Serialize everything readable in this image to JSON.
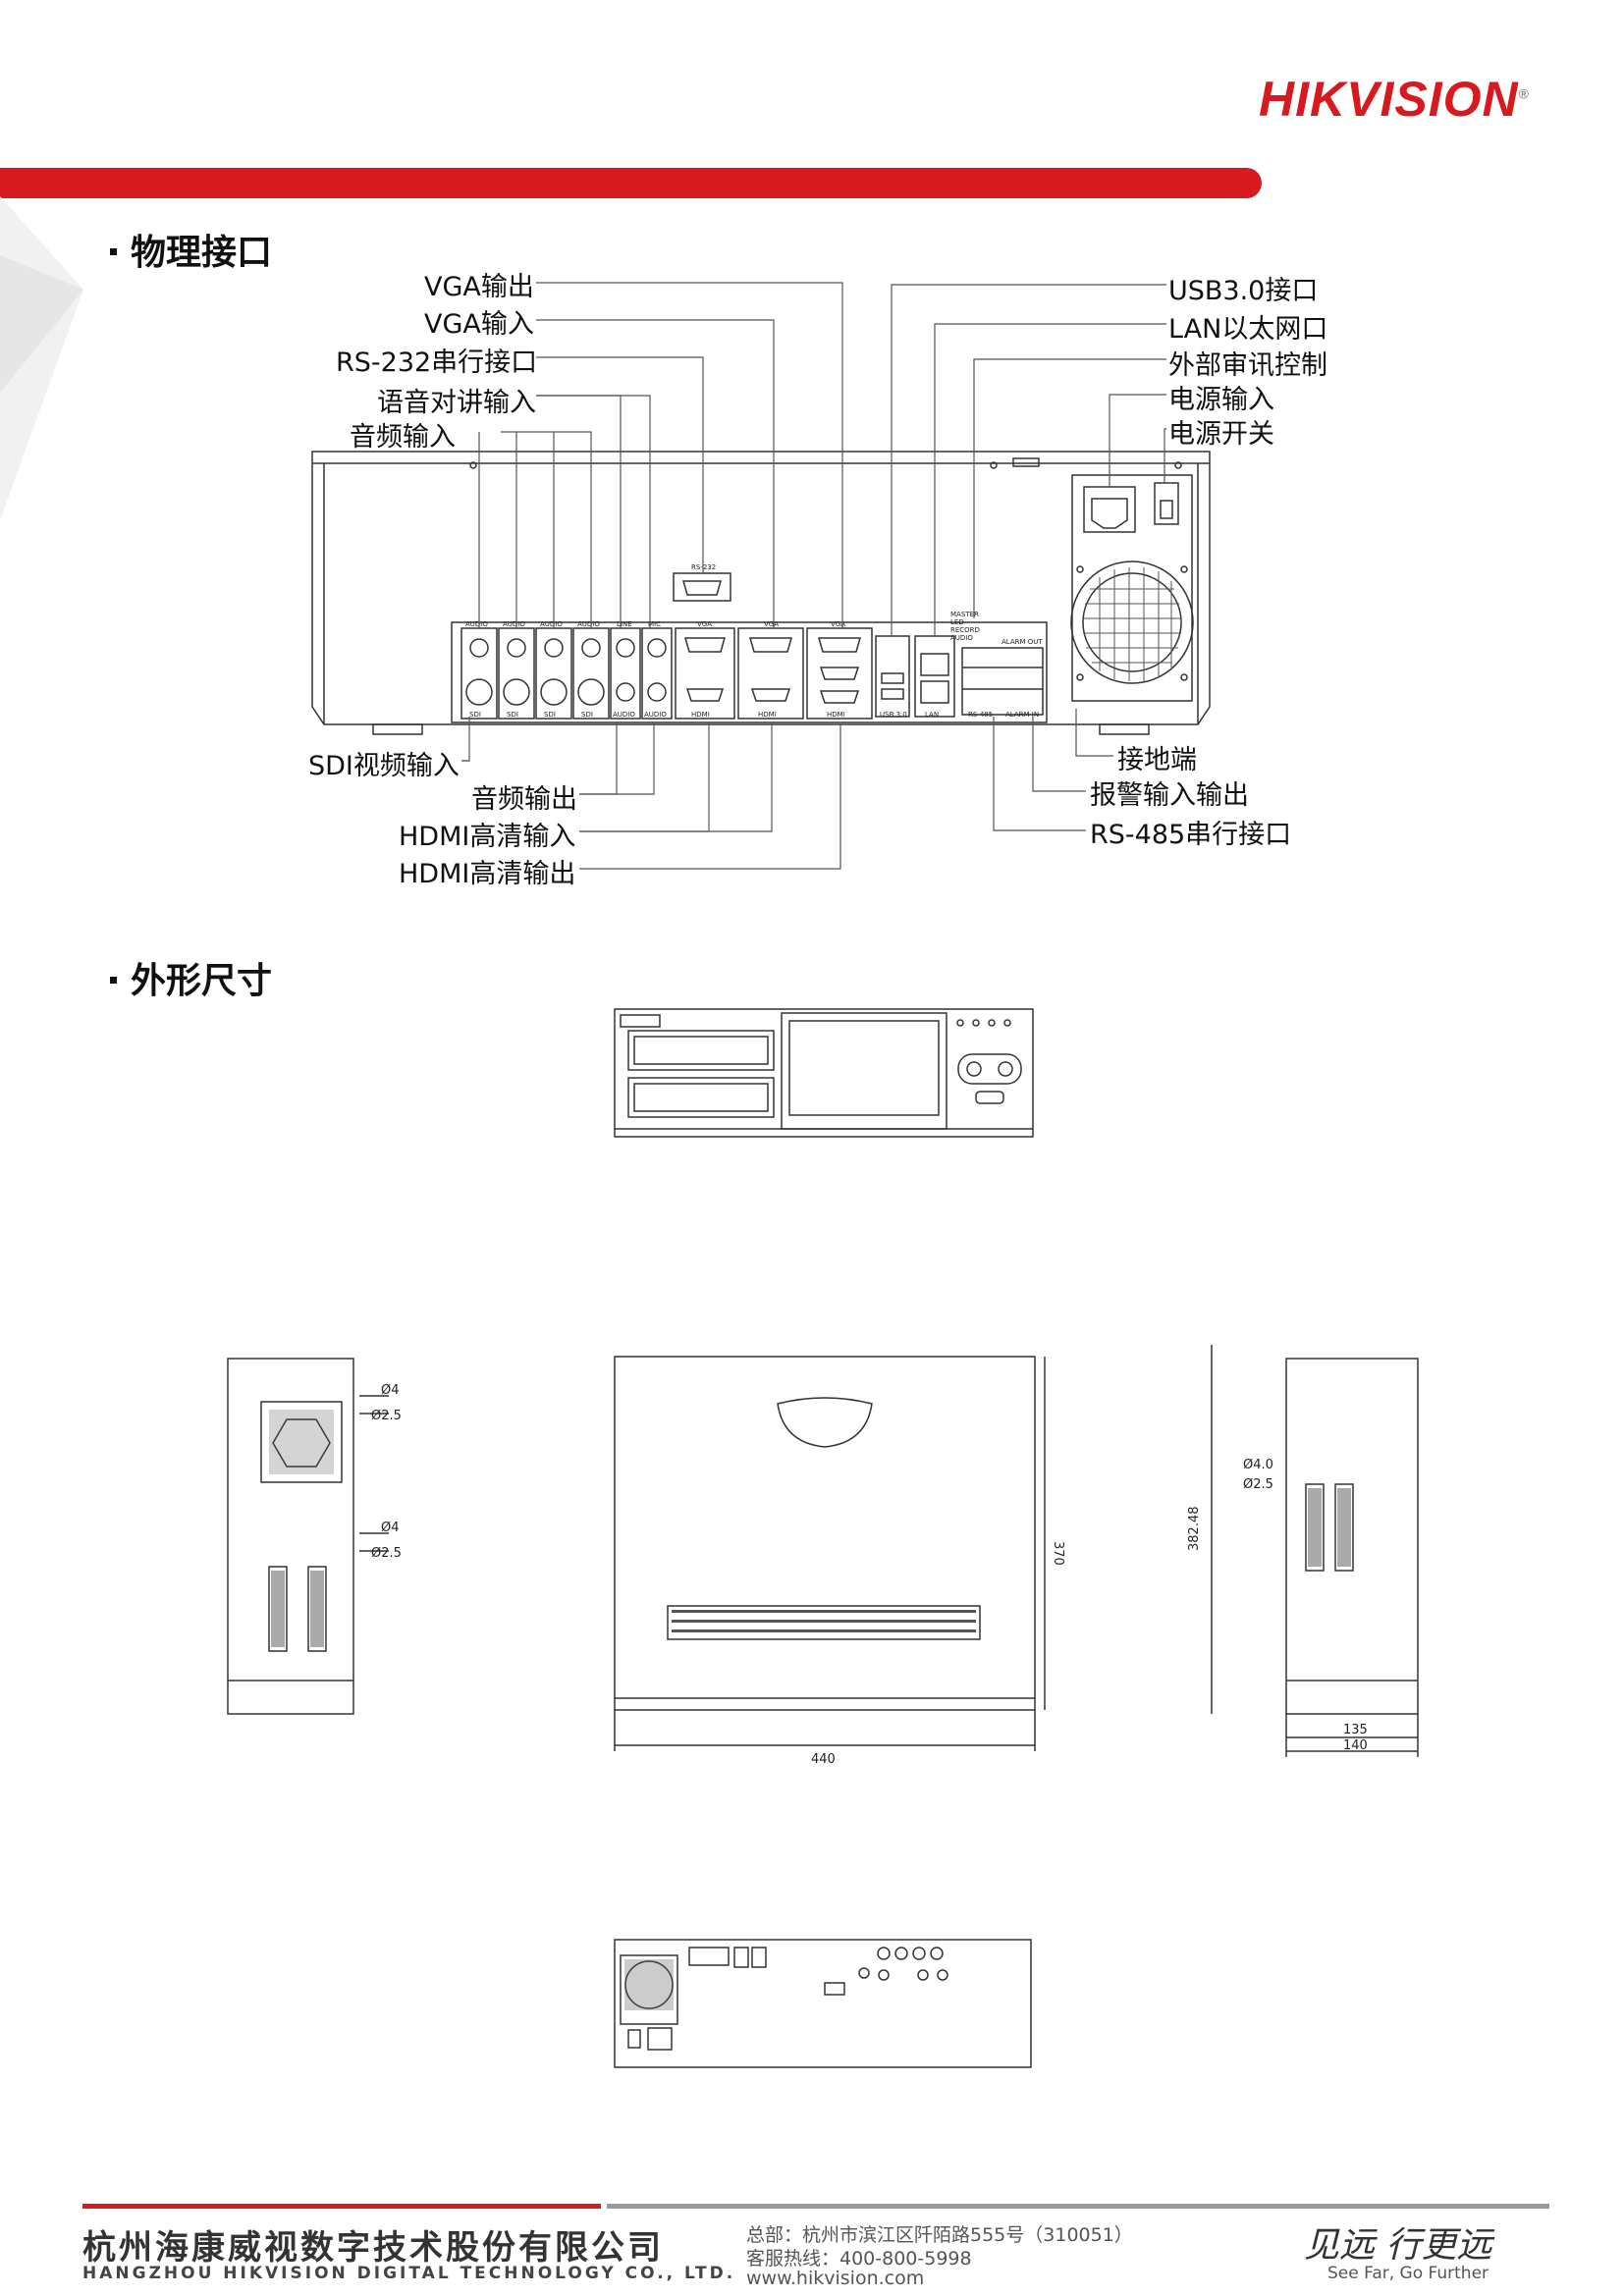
{
  "header": {
    "logo_text": "HIKVISION",
    "brand_color": "#d71920"
  },
  "sections": {
    "interfaces_title": "物理接口",
    "dimensions_title": "外形尺寸"
  },
  "labels_left_top": [
    "VGA输出",
    "VGA输入",
    "RS-232串行接口",
    "语音对讲输入",
    "音频输入"
  ],
  "labels_right_top": [
    "USB3.0接口",
    "LAN以太网口",
    "外部审讯控制",
    "电源输入",
    "电源开关"
  ],
  "labels_left_bottom": [
    "SDI视频输入",
    "音频输出",
    "HDMI高清输入",
    "HDMI高清输出"
  ],
  "labels_right_bottom": [
    "接地端",
    "报警输入输出",
    "RS-485串行接口"
  ],
  "panel_labels": {
    "rs232": "RS-232",
    "audio": "AUDIO",
    "mic": "MIC",
    "line": "LINE",
    "vga": "VGA",
    "hdmi": "HDMI",
    "sdi": "SDI",
    "usb": "USB 3.0",
    "lan": "LAN",
    "rs485": "RS-485",
    "alarm_in": "ALARM IN",
    "alarm_out": "ALARM OUT",
    "ctrl": [
      "MASTER",
      "LED",
      "RECORD",
      "AUDIO"
    ]
  },
  "dimensions": {
    "width": "440",
    "depth": "370",
    "side_height": "382.48",
    "height_a": "135",
    "height_b": "140",
    "hole_a": "Ø4",
    "hole_b": "Ø2.5",
    "hole_c": "Ø4",
    "hole_d": "Ø2.5",
    "hole_e": "Ø4.0",
    "hole_f": "Ø2.5"
  },
  "footer": {
    "company_cn": "杭州海康威视数字技术股份有限公司",
    "company_en": "HANGZHOU HIKVISION DIGITAL TECHNOLOGY CO., LTD.",
    "address": "总部：杭州市滨江区阡陌路555号（310051）",
    "hotline": "客服热线：400-800-5998",
    "website": "www.hikvision.com",
    "slogan_cn": "见远 行更远",
    "slogan_en": "See Far, Go Further"
  }
}
